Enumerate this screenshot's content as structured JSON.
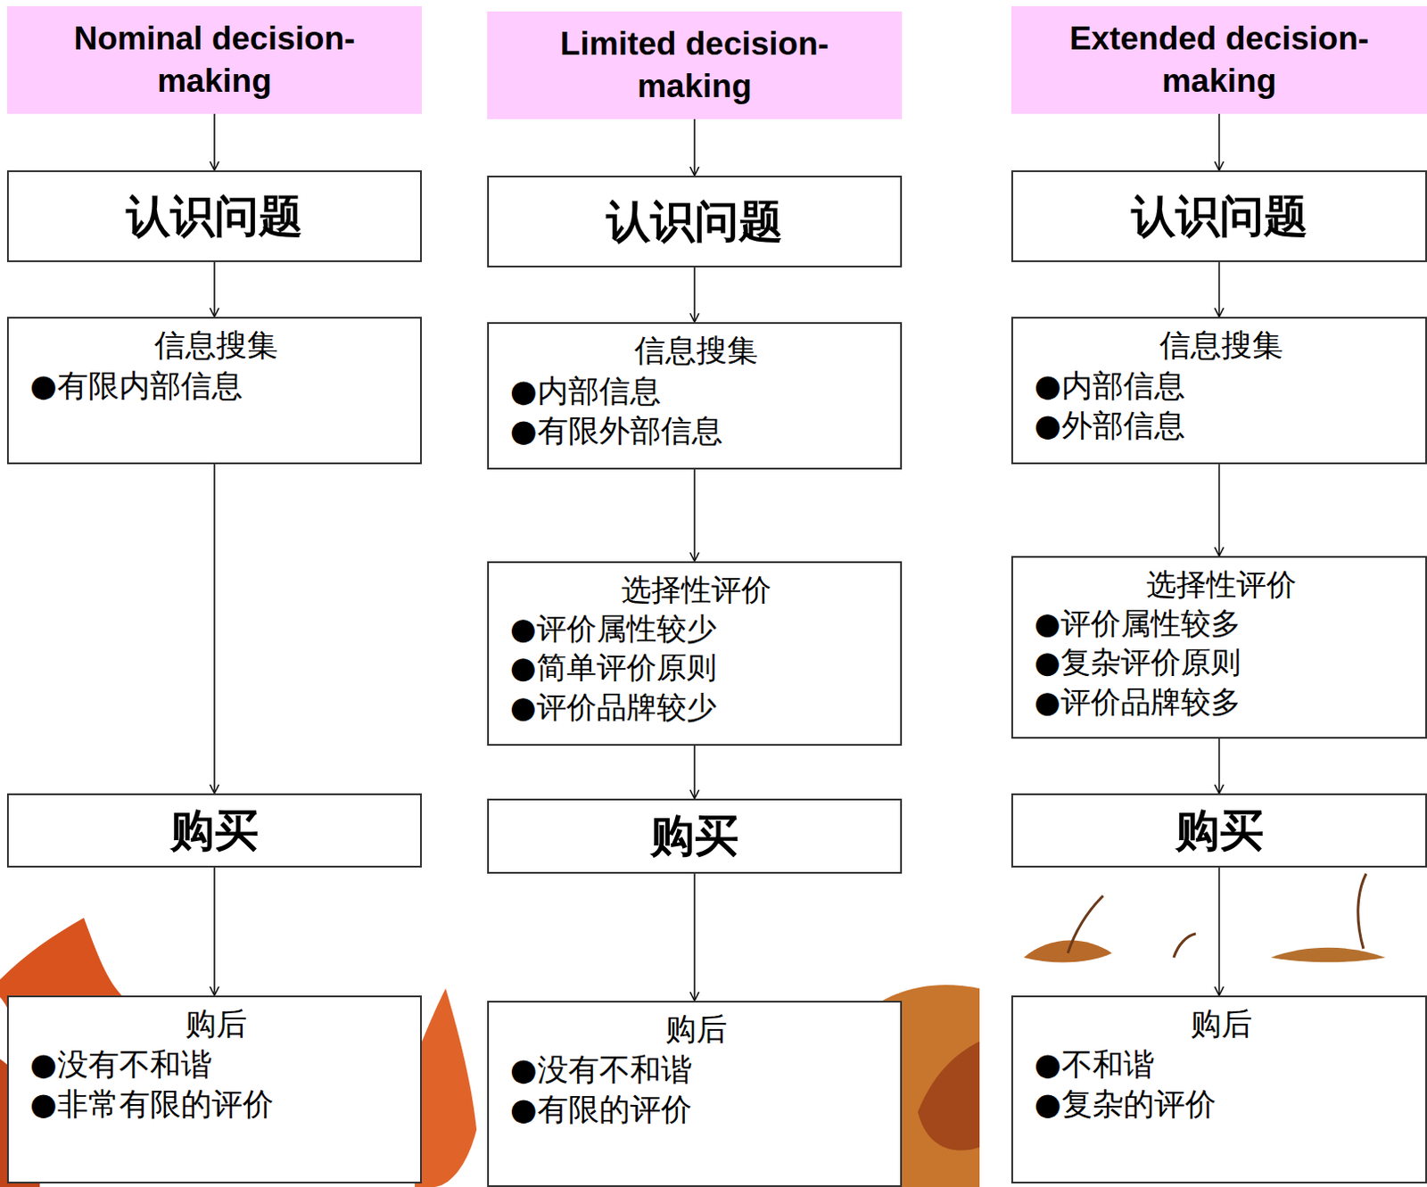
{
  "diagram": {
    "nodes": [
      {
        "text": [
          "Nominal decision- making"
        ]
      },
      {
        "text": [
          "认识问题"
        ]
      },
      {
        "text": [
          "信息搜集",
          "●有限内部信息"
        ]
      },
      {
        "text": [
          "购买"
        ]
      },
      {
        "text": [
          "购后",
          "●没有不和谐",
          "●非常有限的评价"
        ]
      },
      {
        "text": [
          "Limited decision- making"
        ]
      },
      {
        "text": [
          "认识问题"
        ]
      },
      {
        "text": [
          "信息搜集",
          "●内部信息",
          "●有限外部信息"
        ]
      },
      {
        "text": [
          "选择性评价",
          "●评价属性较少",
          "●简单评价原则",
          "●评价品牌较少"
        ]
      },
      {
        "text": [
          "购买"
        ]
      },
      {
        "text": [
          "购后",
          "●没有不和谐",
          "●有限的评价"
        ]
      },
      {
        "text": [
          "Extended decision- making"
        ]
      },
      {
        "text": [
          "认识问题"
        ]
      },
      {
        "text": [
          "信息搜集",
          "●内部信息",
          "●外部信息"
        ]
      },
      {
        "text": [
          "选择性评价",
          "●评价属性较多",
          "●复杂评价原则",
          "●评价品牌较多"
        ]
      },
      {
        "text": [
          "购买"
        ]
      },
      {
        "text": [
          "购后",
          "●不和谐",
          "●复杂的评价"
        ]
      }
    ],
    "edges": [
      {
        "from": 0,
        "to": 1,
        "arrow": "to"
      },
      {
        "from": 1,
        "to": 2,
        "arrow": "to"
      },
      {
        "from": 2,
        "to": 3,
        "arrow": "to"
      },
      {
        "from": 3,
        "to": 4,
        "arrow": "to"
      },
      {
        "from": 5,
        "to": 6,
        "arrow": "to"
      },
      {
        "from": 6,
        "to": 7,
        "arrow": "to"
      },
      {
        "from": 7,
        "to": 8,
        "arrow": "to"
      },
      {
        "from": 8,
        "to": 9,
        "arrow": "to"
      },
      {
        "from": 9,
        "to": 10,
        "arrow": "to"
      },
      {
        "from": 11,
        "to": 12,
        "arrow": "to"
      },
      {
        "from": 12,
        "to": 13,
        "arrow": "to"
      },
      {
        "from": 13,
        "to": 14,
        "arrow": "to"
      },
      {
        "from": 14,
        "to": 15,
        "arrow": "to"
      },
      {
        "from": 15,
        "to": 16,
        "arrow": "to"
      }
    ]
  }
}
